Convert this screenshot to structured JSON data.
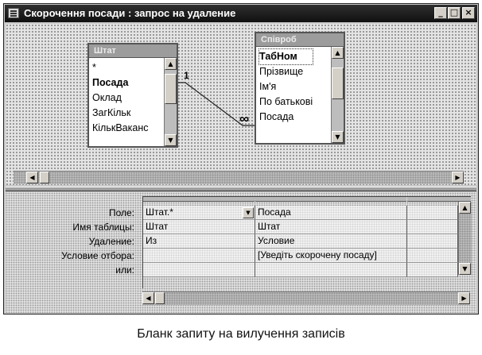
{
  "window": {
    "title": "Скорочення посади : запрос на удаление",
    "min_glyph": "_",
    "max_glyph": "□",
    "close_glyph": "×"
  },
  "tables": [
    {
      "name": "Штат",
      "fields": [
        "*",
        "Посада",
        "Оклад",
        "ЗагКільк",
        "КількВаканс"
      ],
      "key_field_index": 1
    },
    {
      "name": "Співроб",
      "fields": [
        "ТабНом",
        "Прізвище",
        "Ім'я",
        "По батькові",
        "Посада"
      ],
      "key_field_index": 0,
      "selected_field_index": 0
    }
  ],
  "relationship": {
    "one_label": "1",
    "many_label": "∞"
  },
  "grid": {
    "row_labels": [
      "Поле:",
      "Имя таблицы:",
      "Удаление:",
      "Условие отбора:",
      "или:"
    ],
    "columns": [
      {
        "field": "Штат.*",
        "table": "Штат",
        "delete": "Из",
        "criteria": "",
        "or": ""
      },
      {
        "field": "Посада",
        "table": "Штат",
        "delete": "Условие",
        "criteria": "[Уведіть скорочену посаду]",
        "or": ""
      },
      {
        "field": "",
        "table": "",
        "delete": "",
        "criteria": "",
        "or": ""
      }
    ]
  },
  "icons": {
    "scroll_up": "▲",
    "scroll_down": "▼",
    "scroll_left": "◀",
    "scroll_right": "▶",
    "dropdown": "▼"
  },
  "caption": "Бланк запиту на вилучення записів"
}
